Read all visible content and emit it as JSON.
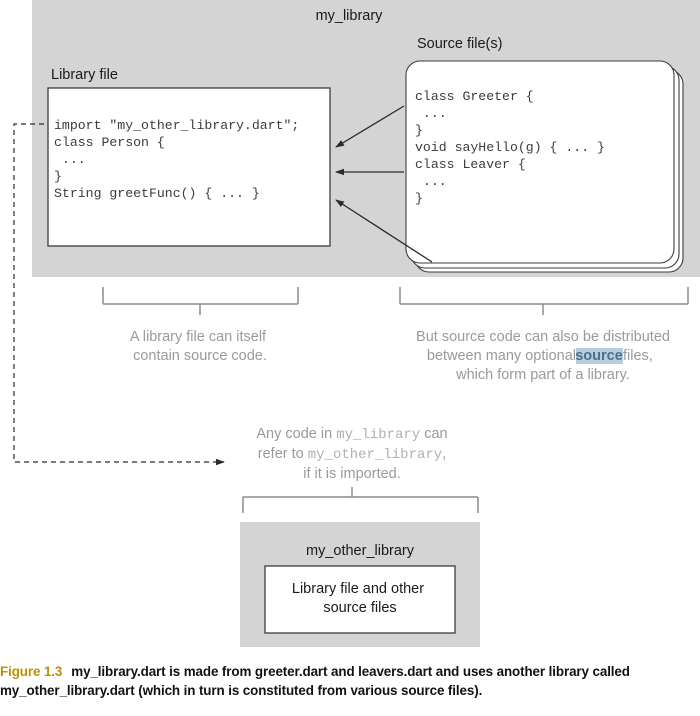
{
  "figure": {
    "number": "Figure 1.3",
    "caption": "my_library.dart is made from greeter.dart and leavers.dart and uses another library called my_other_library.dart (which in turn is constituted from various source files)."
  },
  "library_panel": {
    "title": "my_library",
    "library_file": {
      "label": "Library file",
      "code_lines": [
        "import \"my_other_library.dart\";",
        "",
        "class Person {",
        " ...",
        "}",
        "",
        "String greetFunc() { ... }"
      ]
    },
    "source_files": {
      "label": "Source file(s)",
      "stack_count": 3,
      "code_lines": [
        "class Greeter {",
        " ...",
        "}",
        "",
        "void sayHello(g) { ... }",
        "",
        "class Leaver {",
        " ...",
        "}"
      ]
    }
  },
  "callouts": {
    "library_file_note": {
      "lines": [
        "A library file can itself",
        "contain source code."
      ]
    },
    "source_files_note": {
      "lines": [
        [
          {
            "text": "But source code can also be distributed",
            "style": "plain"
          }
        ],
        [
          {
            "text": "between many optional ",
            "style": "plain"
          },
          {
            "text": "source",
            "style": "highlight"
          },
          {
            "text": " files,",
            "style": "plain"
          }
        ],
        [
          {
            "text": "which form part of a library.",
            "style": "plain"
          }
        ]
      ],
      "highlight_bg": "#b7cde0",
      "highlight_fg": "#4a6f8f"
    },
    "import_note": {
      "lines": [
        [
          {
            "text": "Any code in ",
            "style": "plain"
          },
          {
            "text": "my_library",
            "style": "mono"
          },
          {
            "text": " can",
            "style": "plain"
          }
        ],
        [
          {
            "text": "refer to ",
            "style": "plain"
          },
          {
            "text": "my_other_library",
            "style": "mono"
          },
          {
            "text": ",",
            "style": "plain"
          }
        ],
        [
          {
            "text": "if it is imported.",
            "style": "plain"
          }
        ]
      ]
    }
  },
  "other_library_panel": {
    "title": "my_other_library",
    "inner_box_lines": [
      "Library file and other",
      "source files"
    ]
  },
  "colors": {
    "panel_bg": "#d4d4d4",
    "box_bg": "#ffffff",
    "box_border": "#3c3c3c",
    "bracket": "#8c8c8c",
    "arrow": "#2b2b2b",
    "callout_text": "#9a9a9a",
    "figure_number": "#bf8f08"
  }
}
